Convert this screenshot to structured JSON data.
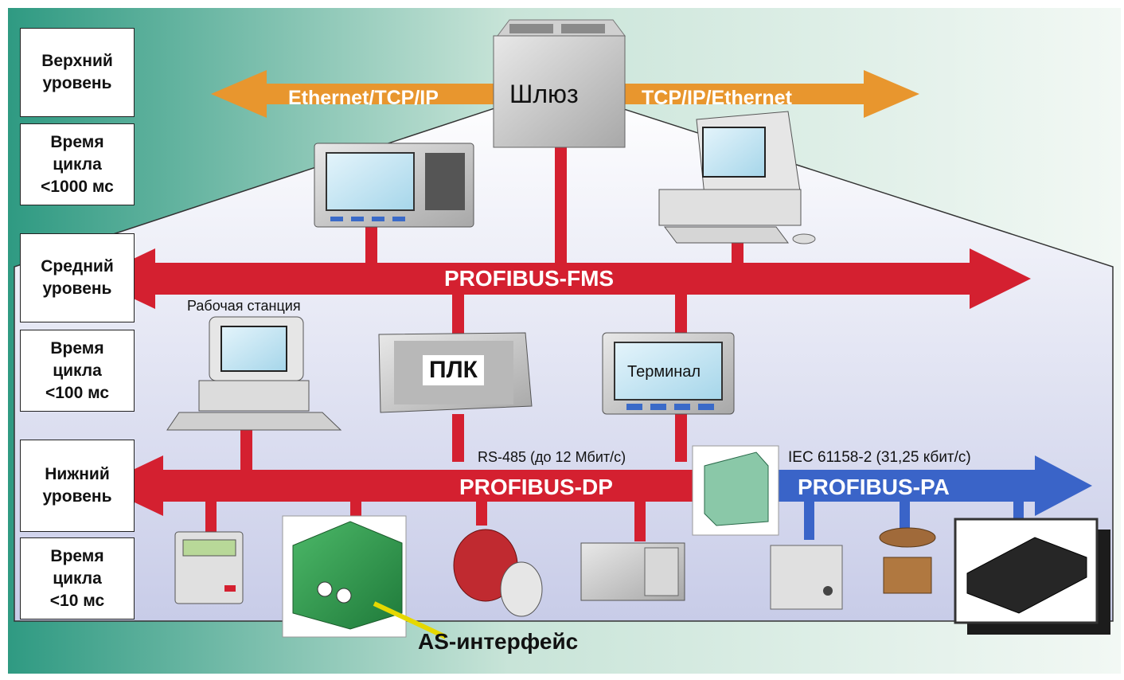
{
  "levels": [
    {
      "name": "Верхний\nуровень",
      "cycle": "Время\nцикла\n<1000 мс"
    },
    {
      "name": "Средний\nуровень",
      "cycle": "Время\nцикла\n<100 мс"
    },
    {
      "name": "Нижний\nуровень",
      "cycle": "Время\nцикла\n<10 мс"
    }
  ],
  "buses": {
    "ethernet_left": "Ethernet/TCP/IP",
    "ethernet_right": "TCP/IP/Ethernet",
    "fms": "PROFIBUS-FMS",
    "dp": "PROFIBUS-DP",
    "pa": "PROFIBUS-PA"
  },
  "notes": {
    "rs485": "RS-485 (до 12 Мбит/с)",
    "iec": "IEC  61158-2 (31,25 кбит/с)",
    "as_interface": "AS-интерфейс"
  },
  "devices": {
    "gateway": "Шлюз",
    "workstation": "Рабочая станция",
    "plc": "ПЛК",
    "terminal": "Терминал"
  },
  "colors": {
    "ethernet": "#e8962e",
    "profibus": "#d42030",
    "pa": "#3a64c8",
    "as_cable": "#e6d800"
  }
}
